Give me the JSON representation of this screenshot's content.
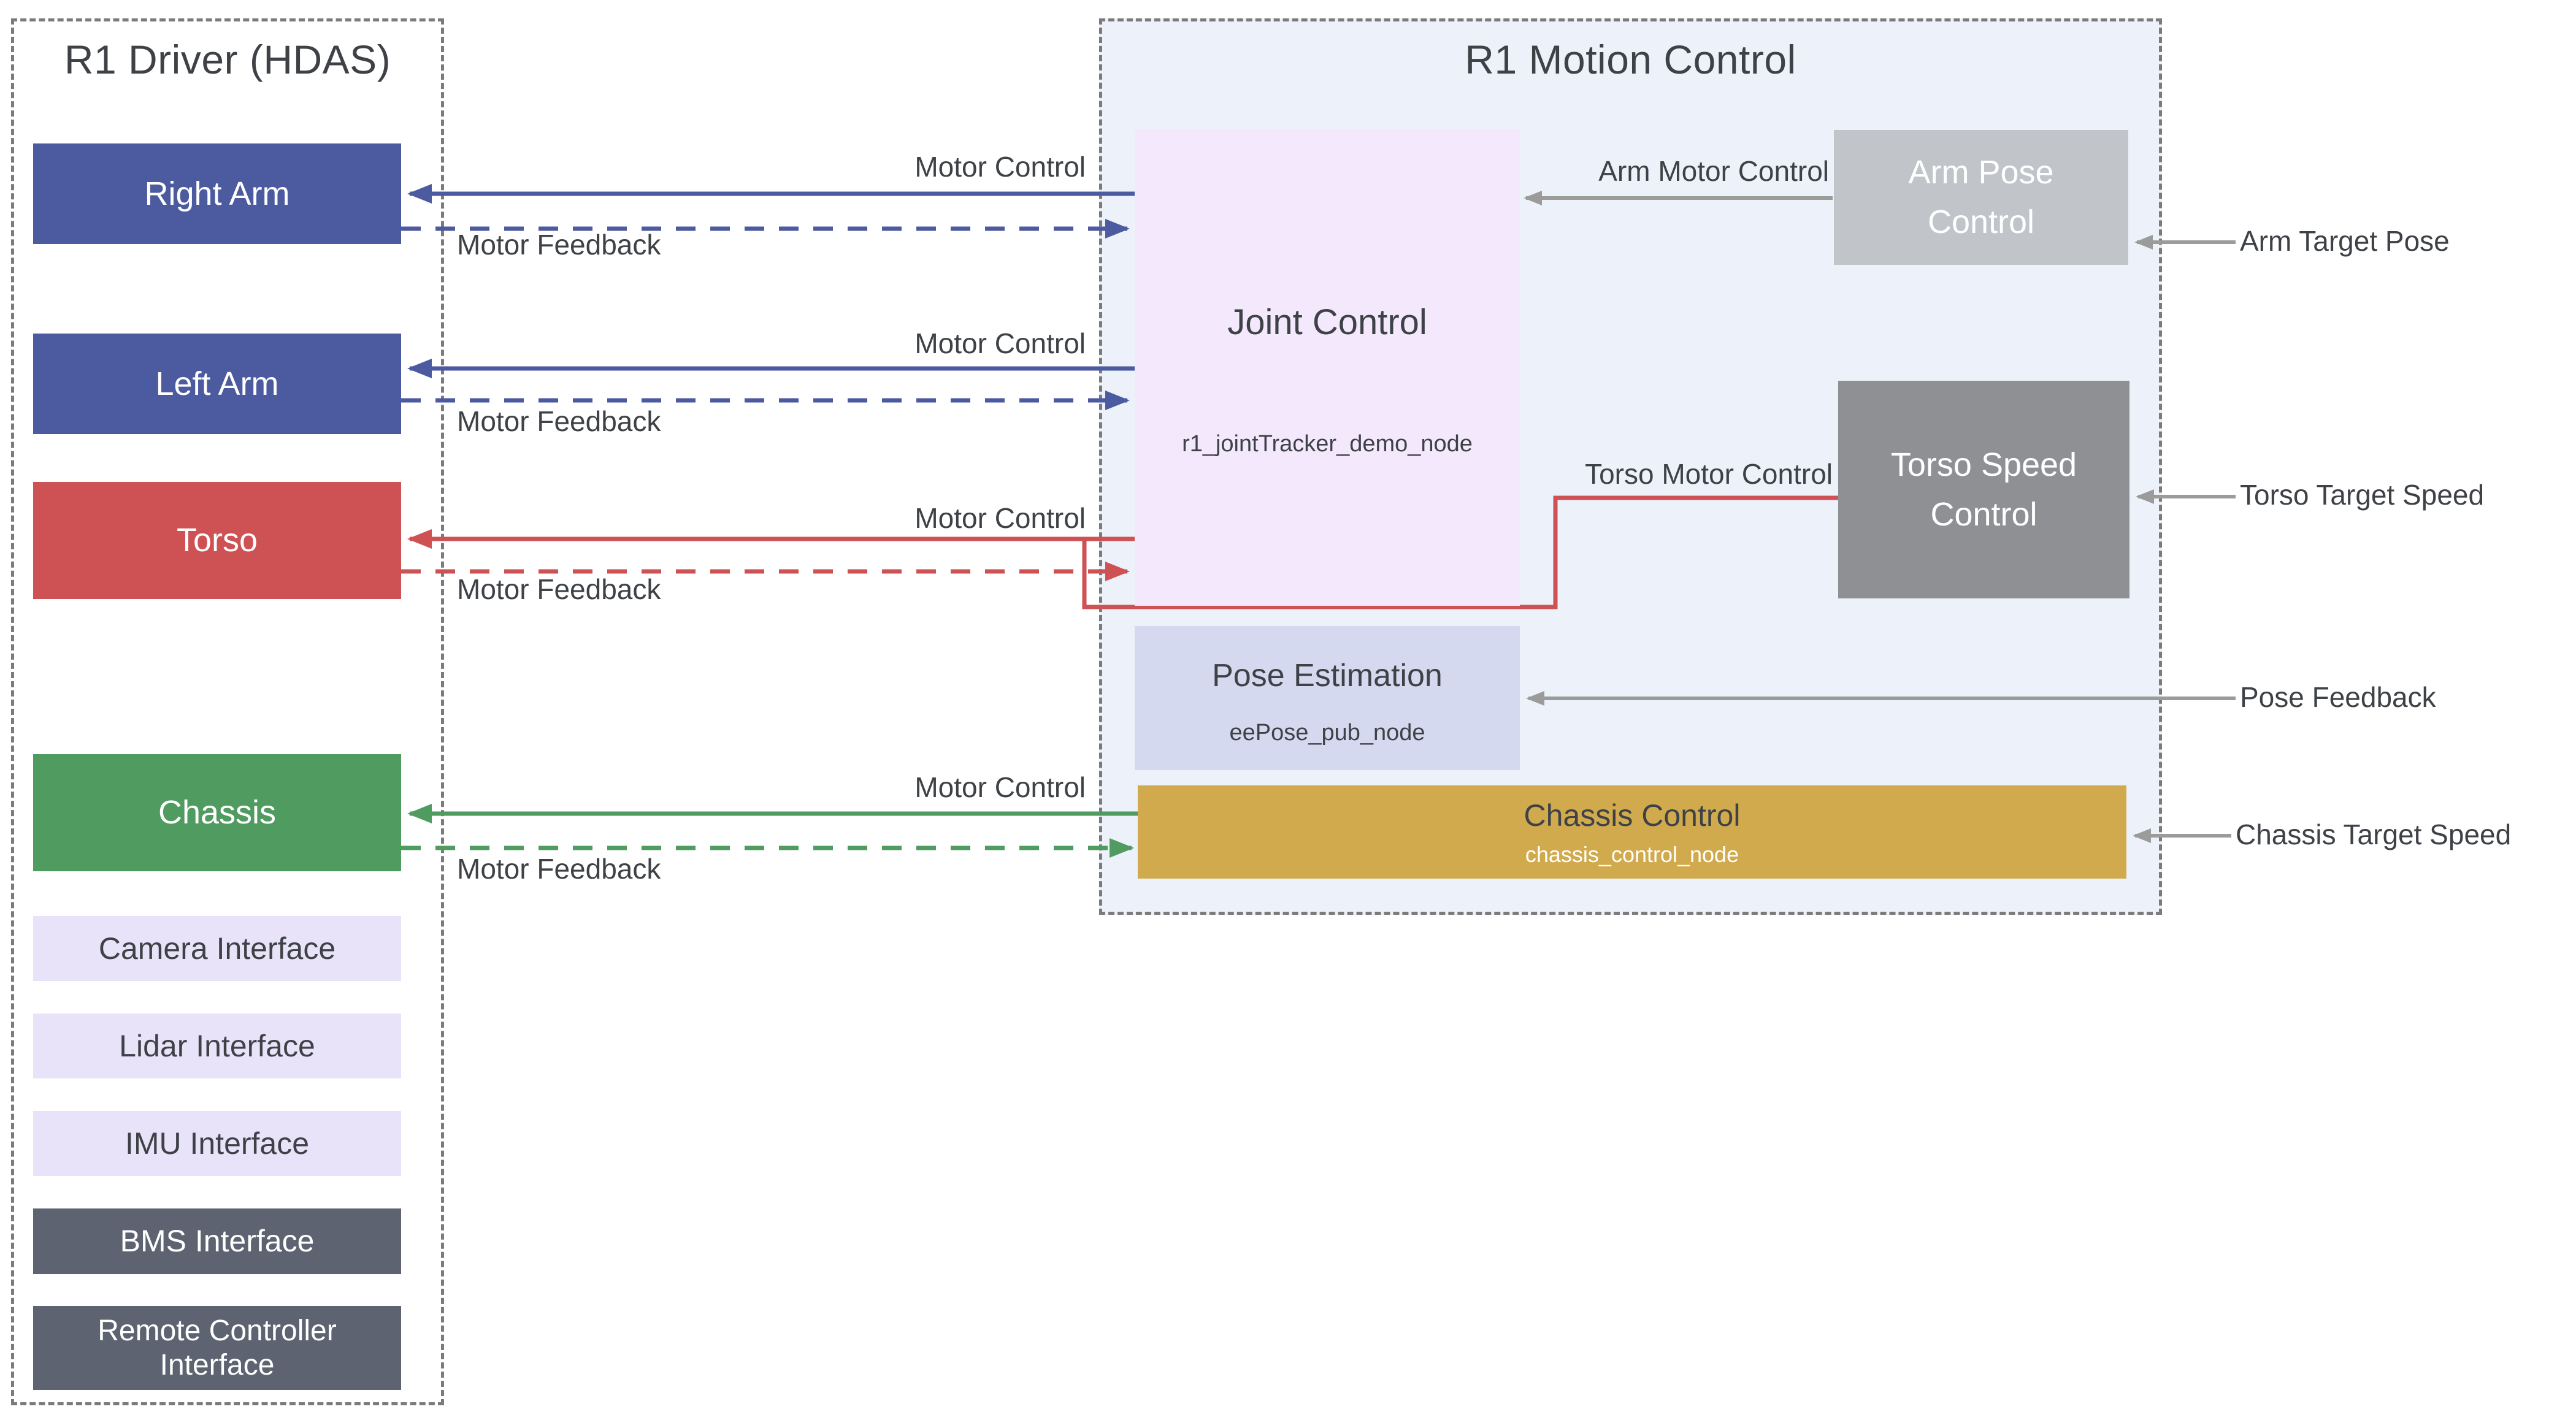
{
  "driver": {
    "title": "R1 Driver (HDAS)",
    "nodes": [
      {
        "id": "right-arm",
        "label": "Right Arm"
      },
      {
        "id": "left-arm",
        "label": "Left Arm"
      },
      {
        "id": "torso",
        "label": "Torso"
      },
      {
        "id": "chassis",
        "label": "Chassis"
      },
      {
        "id": "camera-interface",
        "label": "Camera Interface"
      },
      {
        "id": "lidar-interface",
        "label": "Lidar Interface"
      },
      {
        "id": "imu-interface",
        "label": "IMU Interface"
      },
      {
        "id": "bms-interface",
        "label": "BMS Interface"
      },
      {
        "id": "remote-controller-interface",
        "label": "Remote Controller Interface"
      }
    ]
  },
  "motion": {
    "title": "R1 Motion Control",
    "nodes": [
      {
        "id": "joint-control",
        "label": "Joint Control",
        "sublabel": "r1_jointTracker_demo_node"
      },
      {
        "id": "arm-pose-control",
        "label": "Arm Pose Control"
      },
      {
        "id": "torso-speed-control",
        "label": "Torso Speed Control"
      },
      {
        "id": "pose-estimation",
        "label": "Pose Estimation",
        "sublabel": "eePose_pub_node"
      },
      {
        "id": "chassis-control",
        "label": "Chassis Control",
        "sublabel": "chassis_control_node"
      }
    ]
  },
  "labels": {
    "right_arm_motor_control": "Motor Control",
    "right_arm_motor_feedback": "Motor Feedback",
    "left_arm_motor_control": "Motor Control",
    "left_arm_motor_feedback": "Motor Feedback",
    "torso_motor_control": "Motor Control",
    "torso_motor_feedback": "Motor Feedback",
    "chassis_motor_control": "Motor Control",
    "chassis_motor_feedback": "Motor Feedback",
    "arm_motor_control": "Arm Motor Control",
    "torso_motor_control_bus": "Torso Motor Control",
    "arm_target_pose": "Arm Target Pose",
    "torso_target_speed": "Torso Target Speed",
    "pose_feedback": "Pose Feedback",
    "chassis_target_speed": "Chassis Target Speed"
  },
  "colors": {
    "arm_blue": "#4c5aa0",
    "torso_red": "#ce5154",
    "chassis_green": "#4f9b60",
    "interface_lavender": "#e9e3fa",
    "interface_slate": "#5d6370",
    "joint_purple": "#f4e9fc",
    "arm_pose_gray": "#c1c4c9",
    "torso_speed_gray": "#8e9094",
    "pose_estimation_blue": "#d5d9f0",
    "chassis_gold": "#d1aa4e",
    "motion_background": "#edf2fa",
    "arrow_gray": "#9b9b9b",
    "dashed_border_gray": "#7b7b7b",
    "text_dark": "#3e4247"
  }
}
